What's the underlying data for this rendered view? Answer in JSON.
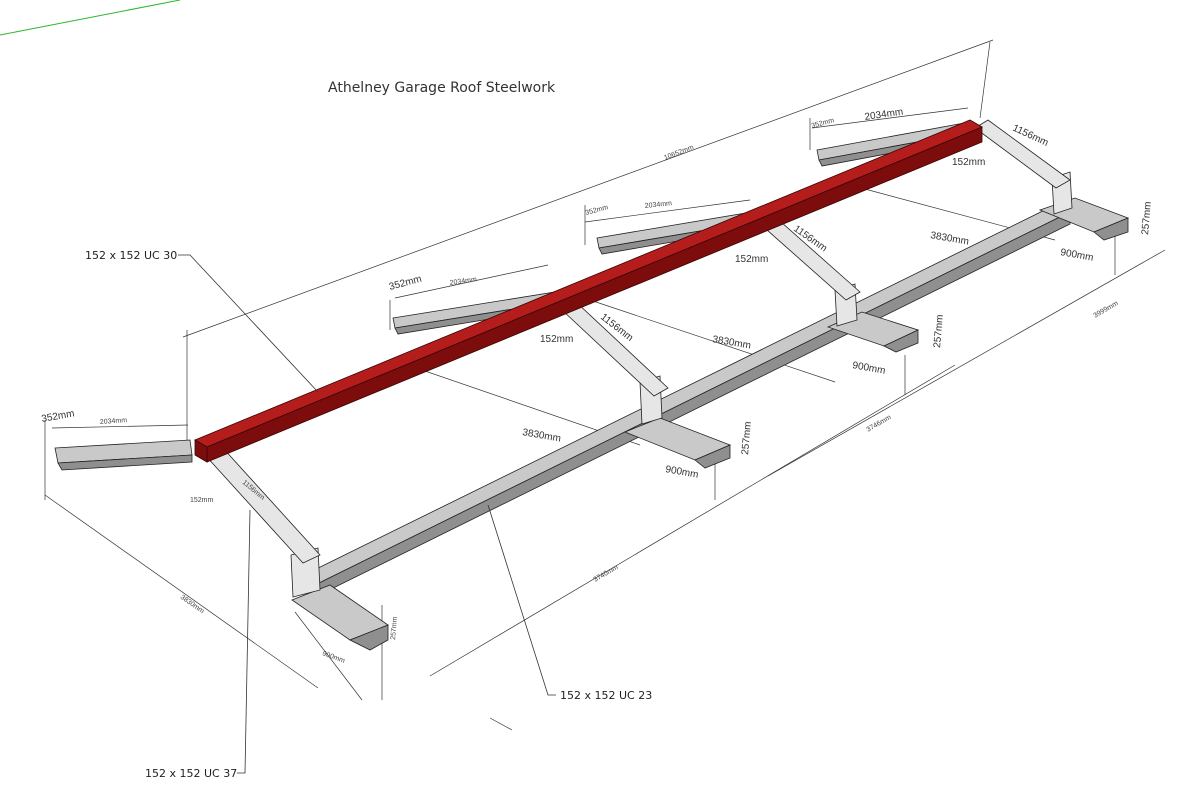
{
  "title": "Athelney Garage Roof Steelwork",
  "callouts": {
    "ridge_beam": "152 x 152 UC 30",
    "base_beam": "152 x 152 UC 23",
    "post": "152 x 152 UC 37"
  },
  "dimensions": {
    "overall_length": "10652mm",
    "rafter_1156": "1156mm",
    "rafter_2034": "2034mm",
    "rafter_2034_small": "2034mm",
    "offset_352": "352mm",
    "width_152": "152mm",
    "bay_3830": "3830mm",
    "leg_900": "900mm",
    "height_257": "257mm",
    "span_3746": "3746mm",
    "span_3740": "3740mm",
    "span_3999": "3999mm"
  },
  "colors": {
    "ridge_steel": "#b51d1d",
    "base_steel": "#c9c9c9",
    "guide_line": "#2fb52f"
  }
}
